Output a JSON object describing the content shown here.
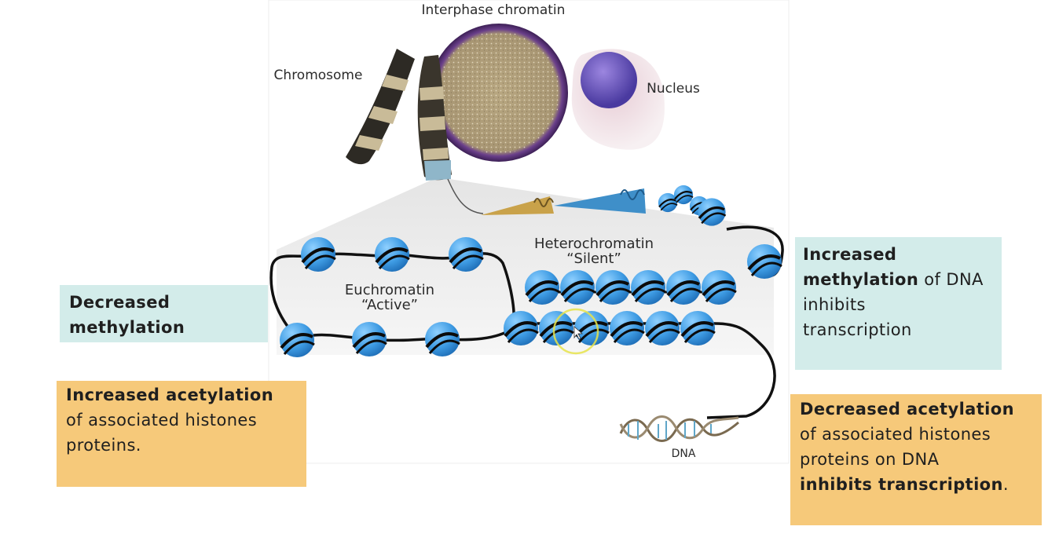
{
  "diagram": {
    "labels": {
      "interphase_chromatin": "Interphase chromatin",
      "chromosome": "Chromosome",
      "nucleus": "Nucleus",
      "heterochromatin": "Heterochromatin",
      "silent": "“Silent”",
      "euchromatin": "Euchromatin",
      "active": "“Active”",
      "dna": "DNA"
    }
  },
  "boxes": {
    "decreased_methylation": {
      "line1": "Decreased",
      "line2": "methylation"
    },
    "increased_methylation": {
      "bold1": "Increased",
      "bold2": "methylation",
      "text2": " of DNA",
      "line3": "inhibits",
      "line4": "transcription"
    },
    "increased_acetylation": {
      "bold1": "Increased acetylation",
      "line2": "of associated histones",
      "line3": "proteins."
    },
    "decreased_acetylation": {
      "bold1": "Decreased acetylation",
      "line2": "of associated histones",
      "line3": "proteins on DNA",
      "bold4": "inhibits transcription",
      "punct4": "."
    }
  },
  "colors": {
    "teal_box": "#d3ecea",
    "amber_box": "#f6c97a",
    "nucleosome": "#4aa6e6",
    "dna_strand": "#111111"
  }
}
